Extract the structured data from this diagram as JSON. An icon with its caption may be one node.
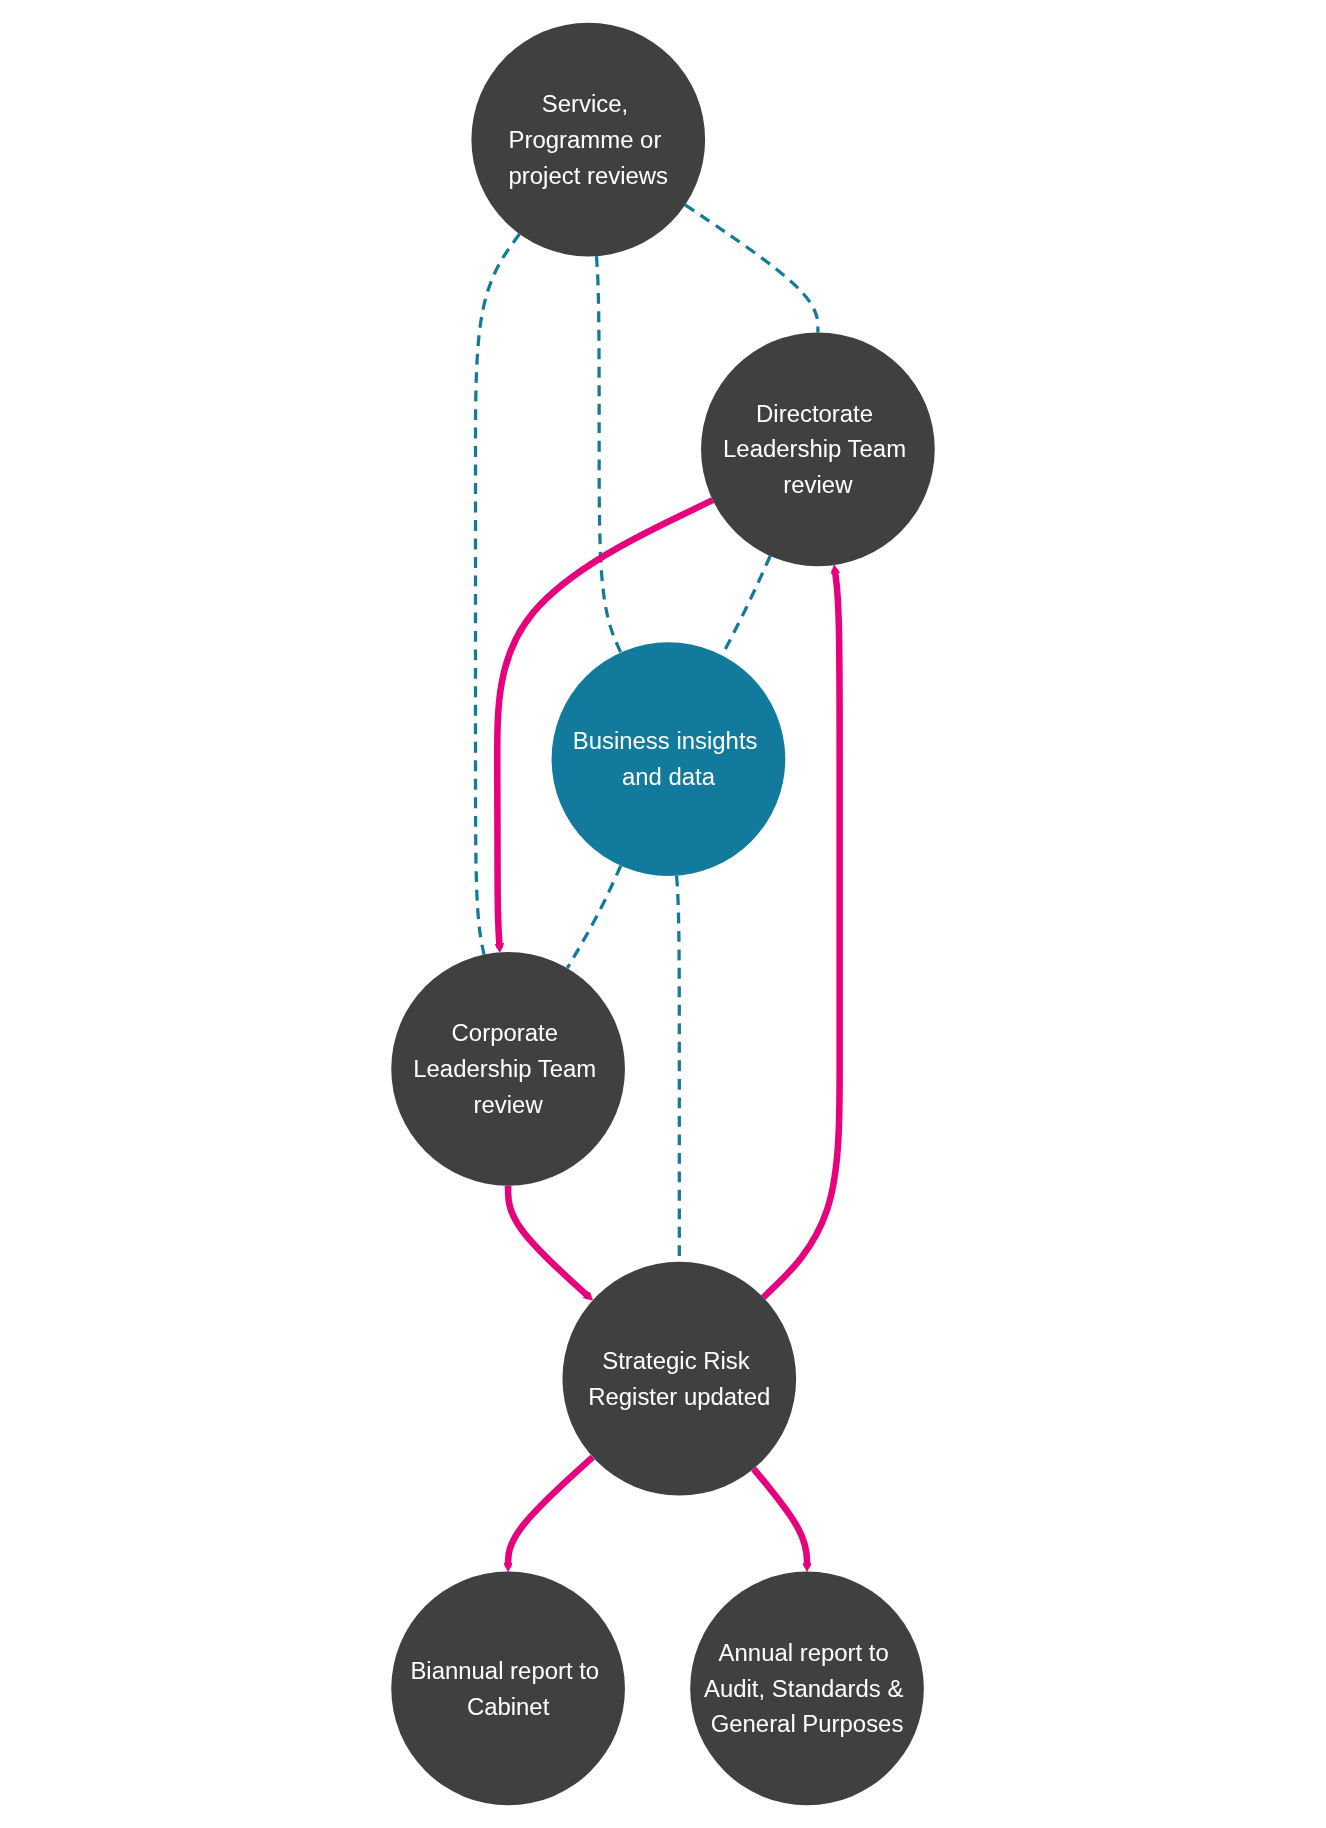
{
  "diagram": {
    "nodes": [
      {
        "text": [
          "Service, Programme or project reviews"
        ]
      },
      {
        "text": [
          "Directorate Leadership Team review"
        ]
      },
      {
        "text": [
          "Corporate Leadership Team review"
        ]
      },
      {
        "text": [
          "Business insights and data"
        ]
      },
      {
        "text": [
          "Strategic Risk Register updated"
        ]
      },
      {
        "text": [
          "Biannual report to Cabinet"
        ]
      },
      {
        "text": [
          "Annual report to Audit, Standards & General Purposes"
        ]
      }
    ],
    "edges": [
      {
        "from": 0,
        "to": 1,
        "arrow": "none",
        "style": "dashed",
        "color": "#127a9c"
      },
      {
        "from": 0,
        "to": 3,
        "arrow": "none",
        "style": "dashed",
        "color": "#127a9c"
      },
      {
        "from": 0,
        "to": 2,
        "arrow": "none",
        "style": "dashed",
        "color": "#127a9c"
      },
      {
        "from": 1,
        "to": 2,
        "arrow": "to",
        "style": "thick",
        "color": "#e6007e"
      },
      {
        "from": 1,
        "to": 3,
        "arrow": "none",
        "style": "dashed",
        "color": "#127a9c"
      },
      {
        "from": 3,
        "to": 2,
        "arrow": "none",
        "style": "dashed",
        "color": "#127a9c"
      },
      {
        "from": 2,
        "to": 4,
        "arrow": "to",
        "style": "thick",
        "color": "#e6007e"
      },
      {
        "from": 3,
        "to": 4,
        "arrow": "none",
        "style": "dashed",
        "color": "#127a9c"
      },
      {
        "from": 4,
        "to": 1,
        "arrow": "to",
        "style": "thick",
        "color": "#e6007e"
      },
      {
        "from": 4,
        "to": 5,
        "arrow": "to",
        "style": "thick",
        "color": "#e6007e"
      },
      {
        "from": 4,
        "to": 6,
        "arrow": "to",
        "style": "thick",
        "color": "#e6007e"
      }
    ]
  }
}
